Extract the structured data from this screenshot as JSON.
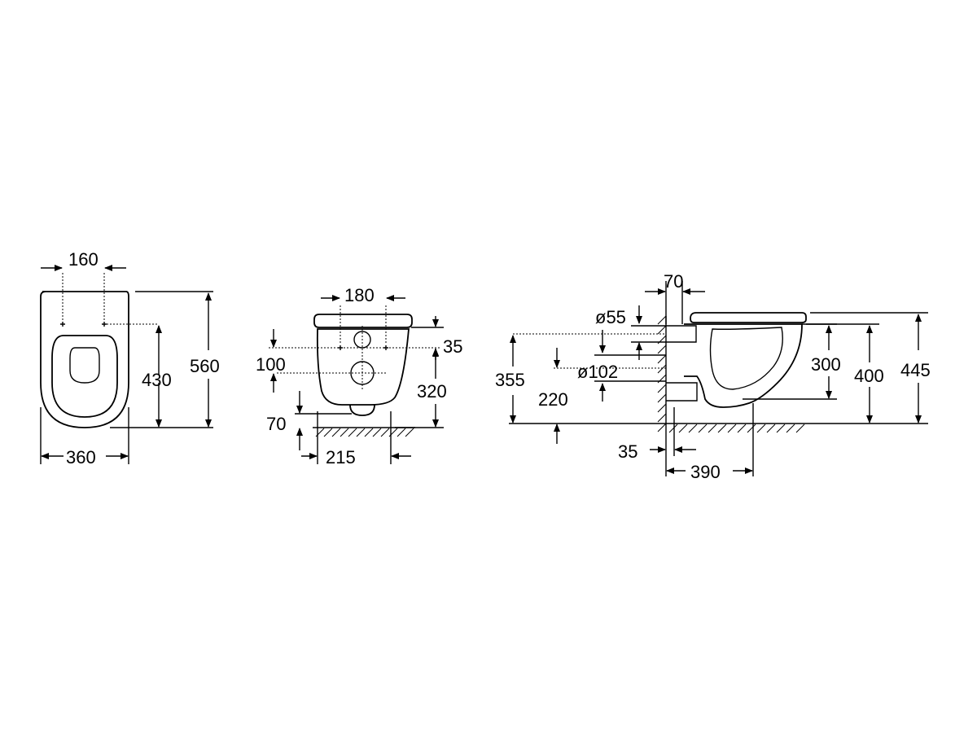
{
  "colors": {
    "line": "#000000",
    "background": "#ffffff"
  },
  "views": {
    "top": {
      "hole_spacing": "160",
      "depth_to_holes": "430",
      "total_length": "560",
      "width": "360"
    },
    "front": {
      "fixing_spacing": "180",
      "seat_to_holes": "35",
      "holes_to_outlet": "100",
      "bolt_height": "320",
      "outlet_to_floor": "70",
      "bottom_width": "215"
    },
    "side": {
      "wall_gap": "70",
      "inlet_diameter": "ø55",
      "outlet_diameter": "ø102",
      "rim_height_300": "300",
      "rim_height_400": "400",
      "total_height": "445",
      "inlet_height": "355",
      "outlet_height": "220",
      "wall_offset": "35",
      "projection": "390"
    }
  }
}
